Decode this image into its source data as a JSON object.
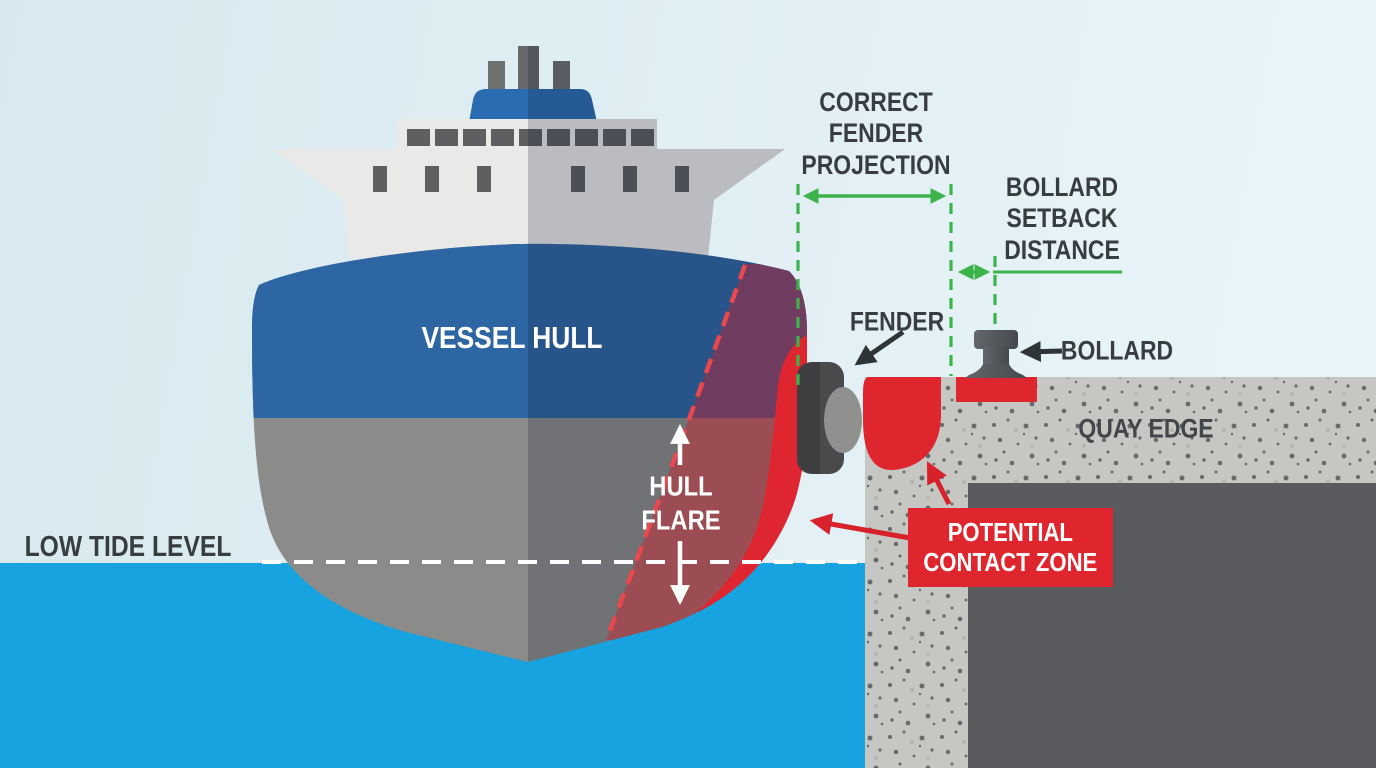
{
  "diagram": {
    "type": "maritime-berthing-infographic",
    "labels": {
      "correct_fender_projection": "CORRECT\nFENDER\nPROJECTION",
      "bollard_setback_distance": "BOLLARD\nSETBACK\nDISTANCE",
      "fender": "FENDER",
      "bollard": "BOLLARD",
      "vessel_hull": "VESSEL HULL",
      "hull_flare": "HULL\nFLARE",
      "quay_edge": "QUAY EDGE",
      "low_tide_level": "LOW TIDE LEVEL",
      "potential_contact_zone": "POTENTIAL\nCONTACT ZONE"
    },
    "colors": {
      "sky": "#DFEFF4",
      "water": "#17A3E0",
      "hull_blue": "#2E66A3",
      "hull_gray": "#8B8B89",
      "superstructure": "#E9E9E7",
      "alert_red": "#DF252E",
      "flare_dashed_red": "#E8484E",
      "dimension_green": "#3CB44B",
      "concrete": "#C6C7C3",
      "quay_shadow": "#595B5E",
      "fender_dark": "#4A4A4C",
      "label_dark": "#383D40",
      "label_light": "#FFFFFF"
    }
  }
}
